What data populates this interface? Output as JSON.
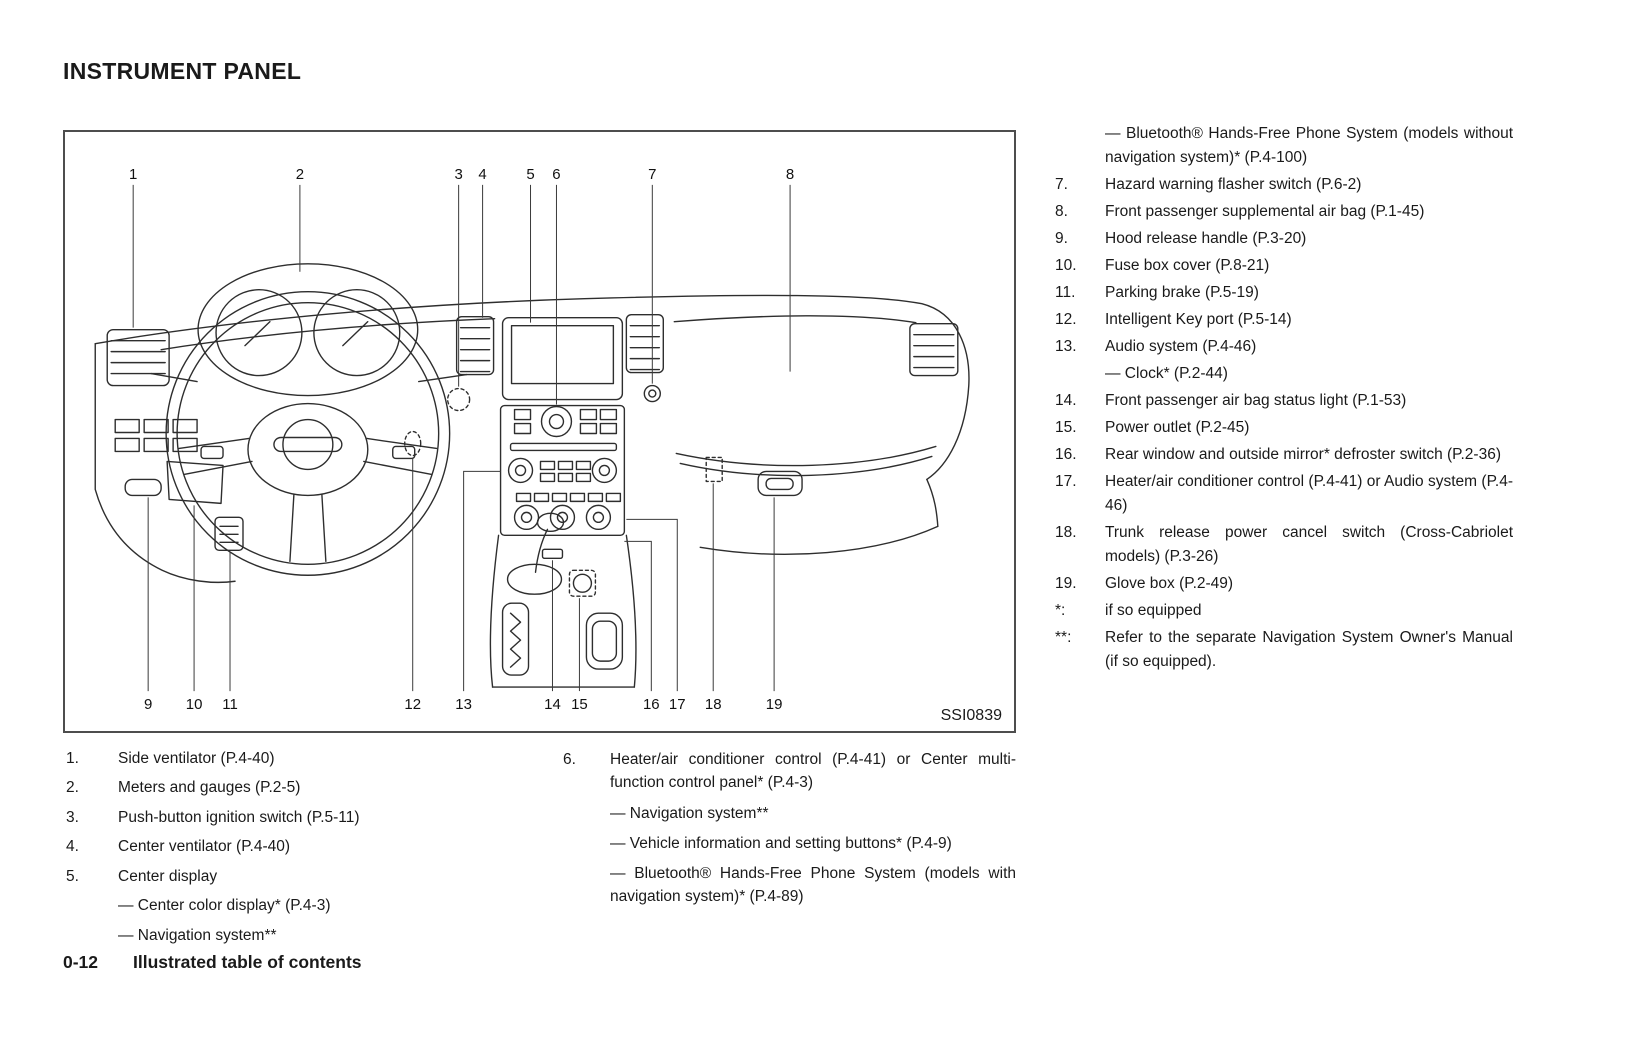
{
  "page": {
    "title": "INSTRUMENT PANEL",
    "figure_code": "SSI0839",
    "footer_page_number": "0-12",
    "footer_title": "Illustrated table of contents"
  },
  "colors": {
    "ink": "#1a1a1a",
    "line_art": "#2e2e2e"
  },
  "callouts": {
    "top": [
      "1",
      "2",
      "3",
      "4",
      "5",
      "6",
      "7",
      "8"
    ],
    "bottom": [
      "9",
      "10",
      "11",
      "12",
      "13",
      "14",
      "15",
      "16",
      "17",
      "18",
      "19"
    ]
  },
  "legend_left": [
    {
      "num": "1.",
      "text": "Side ventilator (P.4-40)"
    },
    {
      "num": "2.",
      "text": "Meters and gauges (P.2-5)"
    },
    {
      "num": "3.",
      "text": "Push-button ignition switch (P.5-11)"
    },
    {
      "num": "4.",
      "text": "Center ventilator (P.4-40)"
    },
    {
      "num": "5.",
      "text": "Center display"
    },
    {
      "num": "",
      "text": "— Center color display* (P.4-3)"
    },
    {
      "num": "",
      "text": "— Navigation system**"
    }
  ],
  "legend_middle": [
    {
      "num": "6.",
      "text": "Heater/air conditioner control (P.4-41) or Center multi-function control panel* (P.4-3)"
    },
    {
      "num": "",
      "text": "— Navigation system**"
    },
    {
      "num": "",
      "text": "— Vehicle information and setting buttons* (P.4-9)"
    },
    {
      "num": "",
      "text": "— Bluetooth® Hands-Free Phone System (models with navigation system)* (P.4-89)"
    }
  ],
  "legend_right": [
    {
      "num": "",
      "text": "— Bluetooth® Hands-Free Phone System (models without navigation system)* (P.4-100)"
    },
    {
      "num": "7.",
      "text": "Hazard warning flasher switch (P.6-2)"
    },
    {
      "num": "8.",
      "text": "Front passenger supplemental air bag (P.1-45)"
    },
    {
      "num": "9.",
      "text": "Hood release handle (P.3-20)"
    },
    {
      "num": "10.",
      "text": "Fuse box cover (P.8-21)"
    },
    {
      "num": "11.",
      "text": "Parking brake (P.5-19)"
    },
    {
      "num": "12.",
      "text": "Intelligent Key port (P.5-14)"
    },
    {
      "num": "13.",
      "text": "Audio system (P.4-46)"
    },
    {
      "num": "",
      "text": "— Clock* (P.2-44)"
    },
    {
      "num": "14.",
      "text": "Front passenger air bag status light (P.1-53)"
    },
    {
      "num": "15.",
      "text": "Power outlet (P.2-45)"
    },
    {
      "num": "16.",
      "text": "Rear window and outside mirror* defroster switch (P.2-36)"
    },
    {
      "num": "17.",
      "text": "Heater/air conditioner control (P.4-41) or Audio system (P.4-46)"
    },
    {
      "num": "18.",
      "text": "Trunk release power cancel switch (Cross-Cabriolet models) (P.3-26)"
    },
    {
      "num": "19.",
      "text": "Glove box (P.2-49)"
    },
    {
      "num": "*:",
      "text": "if so equipped"
    },
    {
      "num": "**:",
      "text": "Refer to the separate Navigation System Owner's Manual (if so equipped)."
    }
  ]
}
